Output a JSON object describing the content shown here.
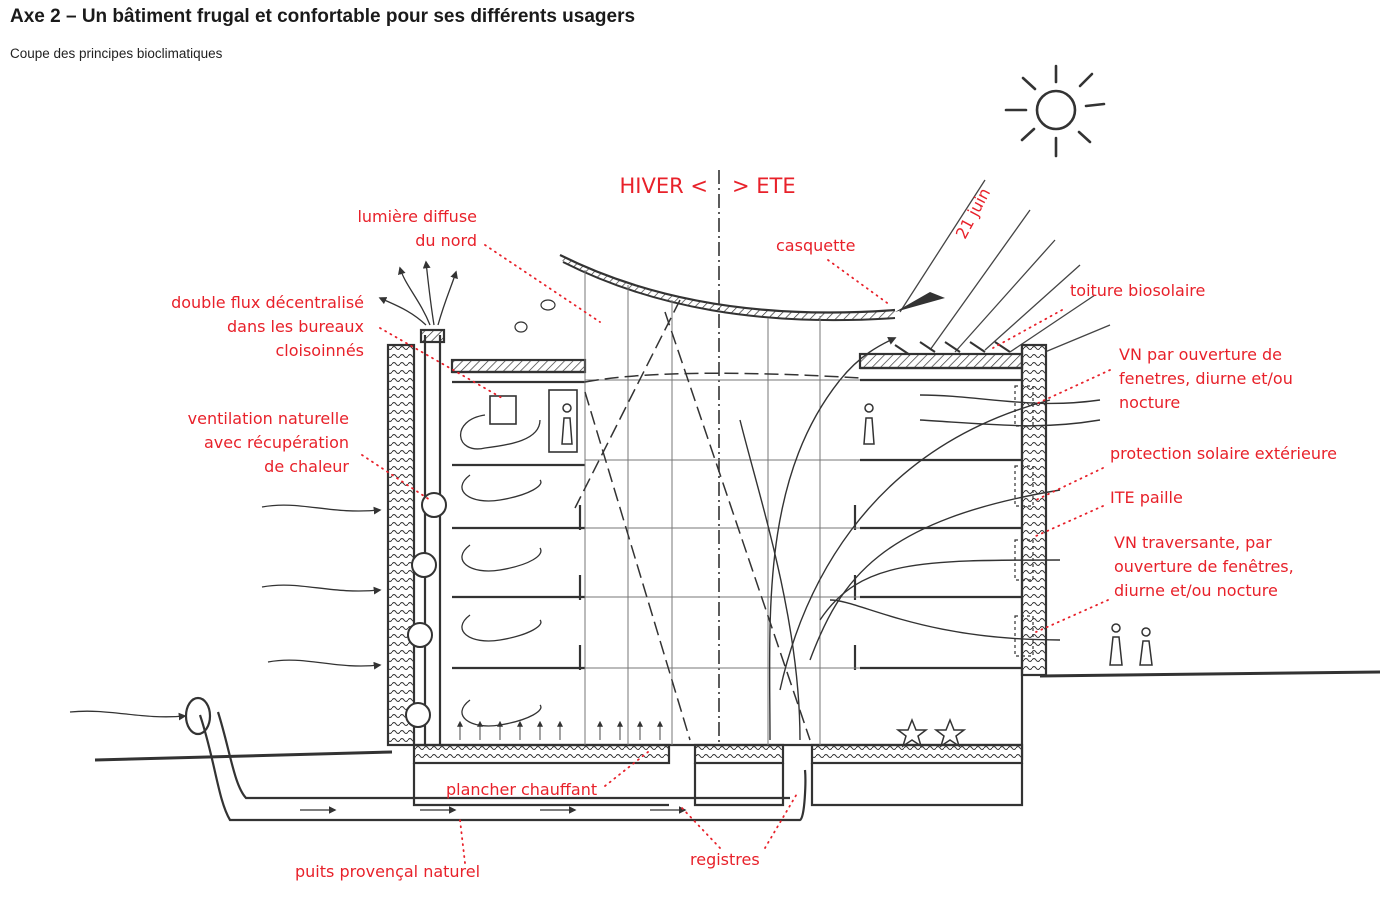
{
  "header": {
    "title": "Axe 2 – Un bâtiment frugal et confortable pour ses différents usagers",
    "subtitle": "Coupe des principes bioclimatiques"
  },
  "colors": {
    "annotation": "#e8212a",
    "sketch": "#333333",
    "title": "#1a1a1a"
  },
  "season": {
    "winter": "HIVER <",
    "summer": "> ETE"
  },
  "sun_label": "21 juin",
  "labels": {
    "lumiere_1": "lumière diffuse",
    "lumiere_2": "du nord",
    "double_flux_1": "double flux décentralisé",
    "double_flux_2": "dans les bureaux",
    "double_flux_3": "cloisoinnés",
    "ventilation_1": "ventilation naturelle",
    "ventilation_2": "avec récupération",
    "ventilation_3": "de chaleur",
    "casquette": "casquette",
    "toiture": "toiture biosolaire",
    "vn_ouverture_1": "VN par ouverture de",
    "vn_ouverture_2": "fenetres, diurne et/ou",
    "vn_ouverture_3": "nocture",
    "protection": "protection solaire extérieure",
    "ite": "ITE paille",
    "vn_traversante_1": "VN traversante, par",
    "vn_traversante_2": "ouverture de fenêtres,",
    "vn_traversante_3": "diurne et/ou nocture",
    "plancher": "plancher chauffant",
    "puits": "puits provençal naturel",
    "registres": "registres"
  },
  "icons": [
    "sun-icon",
    "double-flux-unit-icon",
    "heat-recovery-unit-icon",
    "person-icon",
    "child-icon",
    "bee-icon",
    "wind-arrow-icon",
    "plant-icon"
  ]
}
